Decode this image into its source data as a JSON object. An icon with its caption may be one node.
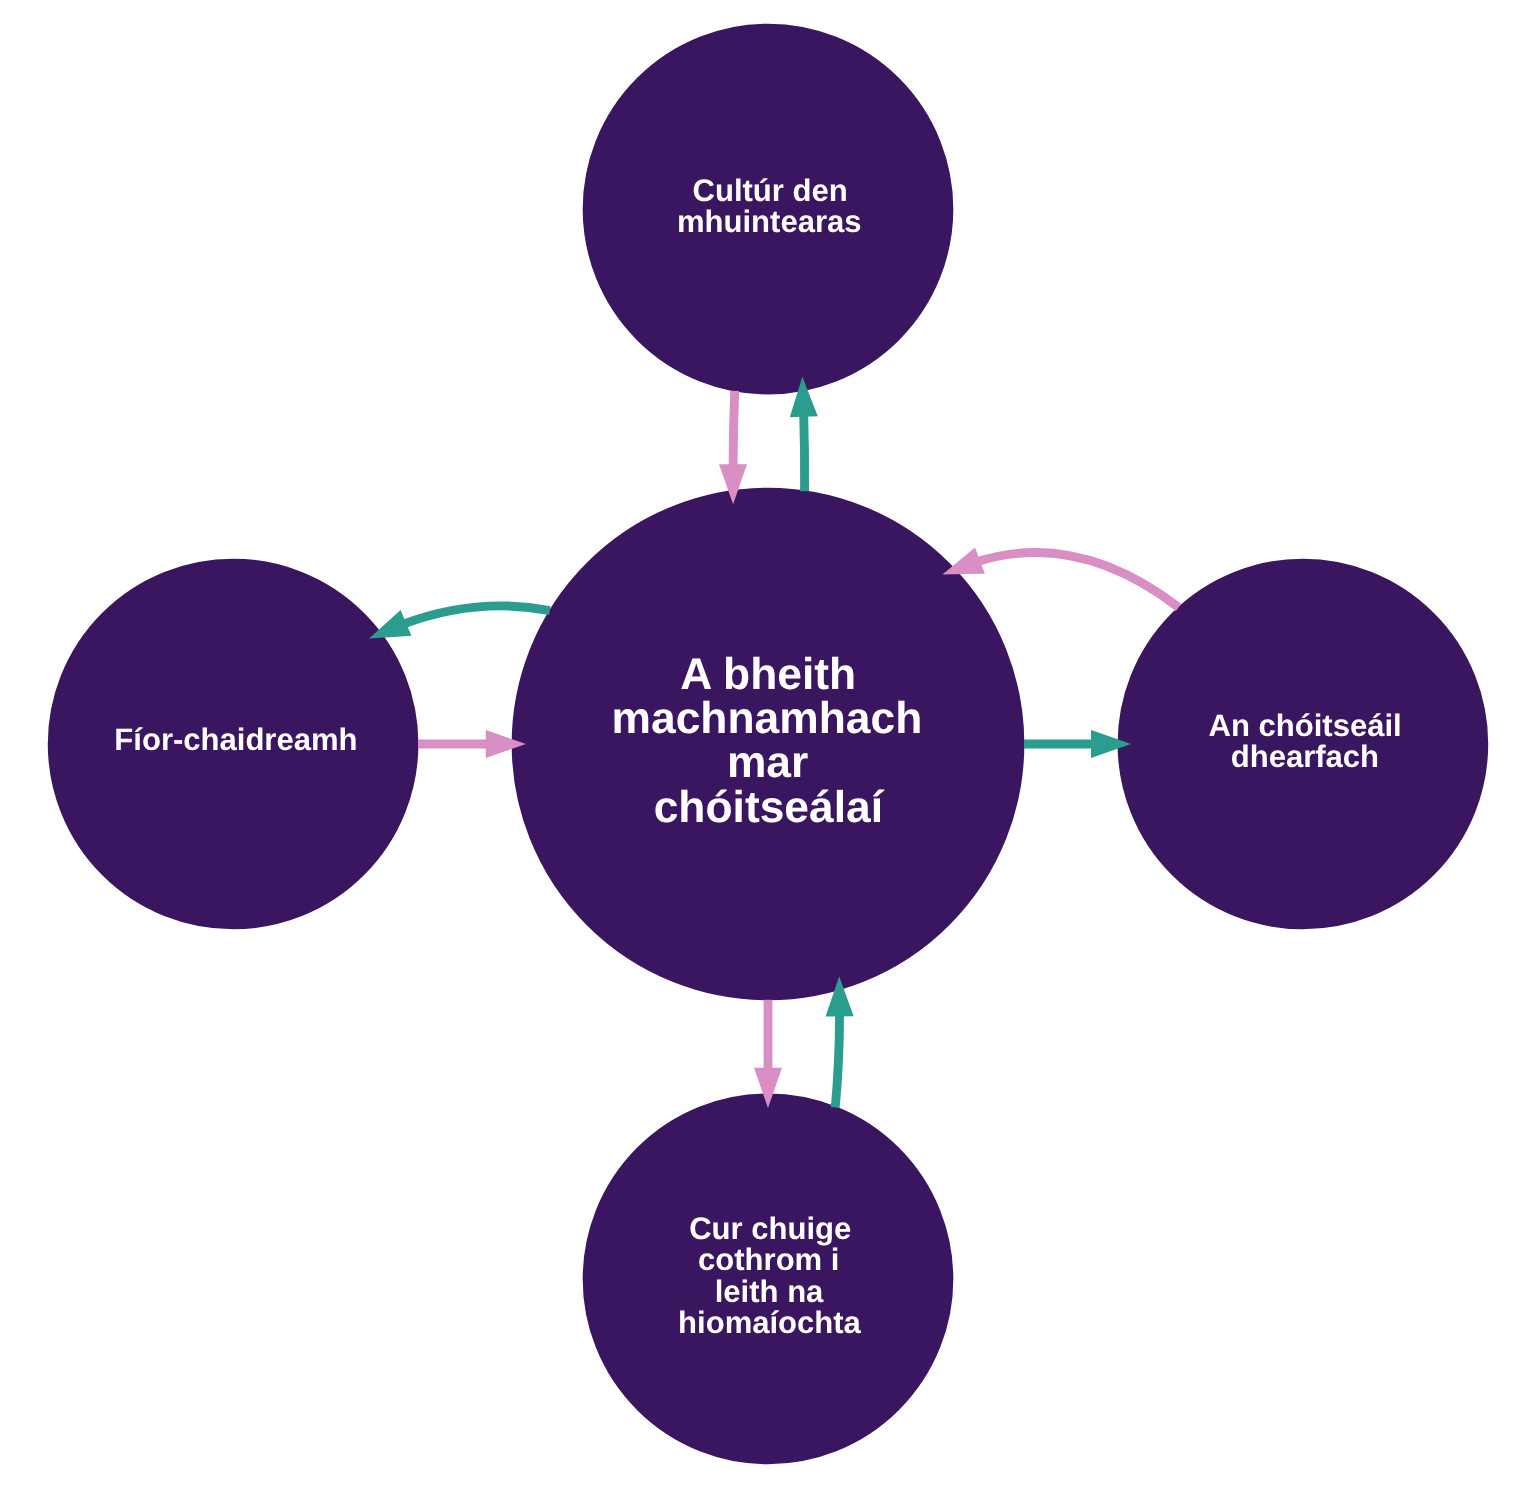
{
  "diagram": {
    "nodes": [
      {
        "text": [
          "A bheith machnamhach mar chóitseálaí"
        ]
      },
      {
        "text": [
          "Cultúr den mhuintearas"
        ]
      },
      {
        "text": [
          "An chóitseáil dhearfach"
        ]
      },
      {
        "text": [
          "Cur chuige cothrom i leith na hiomaíochta"
        ]
      },
      {
        "text": [
          "Fíor-chaidreamh"
        ]
      }
    ],
    "edges": [
      {
        "from": 0,
        "to": 1,
        "arrow": "to",
        "color": "#2a9d8f"
      },
      {
        "from": 1,
        "to": 0,
        "arrow": "to",
        "color": "#d98fc4"
      },
      {
        "from": 0,
        "to": 2,
        "arrow": "to",
        "color": "#2a9d8f"
      },
      {
        "from": 2,
        "to": 0,
        "arrow": "to",
        "color": "#d98fc4"
      },
      {
        "from": 0,
        "to": 3,
        "arrow": "to",
        "color": "#d98fc4"
      },
      {
        "from": 3,
        "to": 0,
        "arrow": "to",
        "color": "#2a9d8f"
      },
      {
        "from": 4,
        "to": 0,
        "arrow": "to",
        "color": "#d98fc4"
      },
      {
        "from": 0,
        "to": 4,
        "arrow": "to",
        "color": "#2a9d8f"
      }
    ]
  }
}
